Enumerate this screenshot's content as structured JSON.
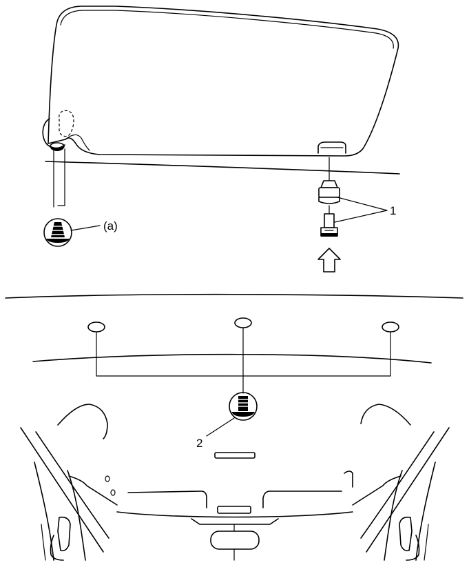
{
  "labels": {
    "fastener_a": "(a)",
    "part_1": "1",
    "part_2": "2"
  },
  "icons": {
    "fastener_a_symbol": "bolt-tightening-symbol",
    "fastener_2_symbol": "bolt-symbol",
    "install_direction": "up-arrow-outline"
  }
}
